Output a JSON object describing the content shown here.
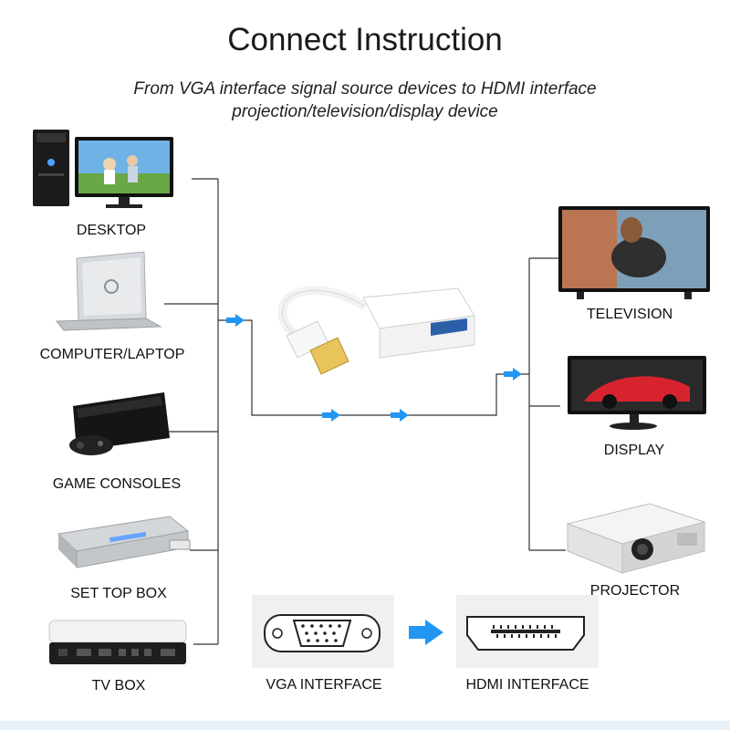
{
  "header": {
    "title": "Connect Instruction",
    "subtitle_line1": "From VGA interface signal source devices to HDMI interface",
    "subtitle_line2": "projection/television/display device"
  },
  "sources": [
    {
      "label": "DESKTOP",
      "icon": "desktop-computer-icon"
    },
    {
      "label": "COMPUTER/LAPTOP",
      "icon": "laptop-icon"
    },
    {
      "label": "GAME CONSOLES",
      "icon": "game-console-icon"
    },
    {
      "label": "SET TOP BOX",
      "icon": "set-top-box-icon"
    },
    {
      "label": "TV BOX",
      "icon": "tv-box-icon"
    }
  ],
  "outputs": [
    {
      "label": "TELEVISION",
      "icon": "television-icon"
    },
    {
      "label": "DISPLAY",
      "icon": "display-monitor-icon"
    },
    {
      "label": "PROJECTOR",
      "icon": "projector-icon"
    }
  ],
  "interfaces": {
    "vga_label": "VGA INTERFACE",
    "hdmi_label": "HDMI INTERFACE"
  },
  "colors": {
    "arrow": "#2196f3",
    "line": "#333333"
  }
}
